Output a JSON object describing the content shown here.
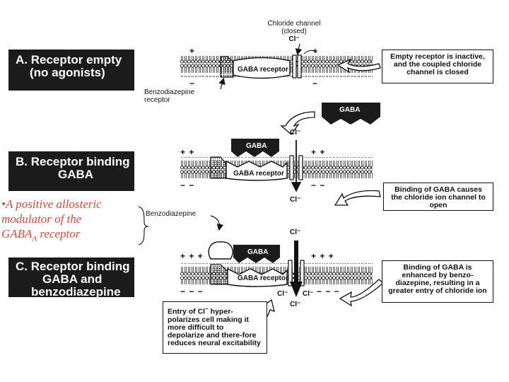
{
  "panels": {
    "a": {
      "line1": "A.  Receptor empty",
      "line2": "(no agonists)"
    },
    "b": {
      "line1": "B. Receptor binding",
      "line2": "GABA"
    },
    "c": {
      "line1": "C.  Receptor binding",
      "line2": "GABA and",
      "line3": "benzodiazepine"
    }
  },
  "labels": {
    "chloride_channel_line1": "Chloride channel",
    "chloride_channel_line2": "(closed)",
    "cl": "Cl⁻",
    "gaba_receptor": "GABA receptor",
    "gaba": "GABA",
    "benzo_receptor_line1": "Benzodiazepine",
    "benzo_receptor_line2": "receptor",
    "benzodiazepine": "Benzodiazepine",
    "plus": "+",
    "minus": "−",
    "plus_pair": "+ +",
    "minus_pair": "− −",
    "plus_triple": "+ + +",
    "minus_triple": "− − −"
  },
  "notes": {
    "a": "Empty receptor is inactive, and the coupled chloride channel is closed",
    "b": "Binding of GABA causes the chloride ion channel to open",
    "c": "Binding of GABA is enhanced by benzo-diazepine, resulting in a greater entry of chloride ion",
    "entry_prefix": "Entry of Cl",
    "entry_sup": "−",
    "entry_rest": " hyper-polarizes cell making it more difficult to depolarize and there-fore reduces neural excitability"
  },
  "annotation": {
    "line1": "•A positive allosteric",
    "line2": "modulator of the",
    "line3_main": "GABA",
    "line3_sub": "A",
    "line3_rest": " receptor"
  },
  "colors": {
    "panel": "#1b1b1b",
    "annotation": "#d94a3a",
    "ink": "#111111"
  }
}
